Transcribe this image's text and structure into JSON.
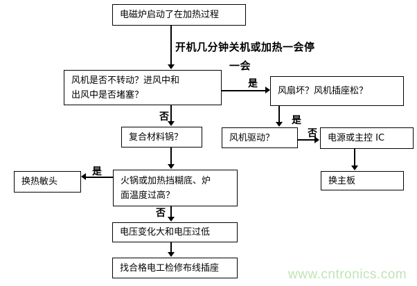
{
  "nodes": {
    "start": {
      "label": "电磁炉启动了在加热过程"
    },
    "fan_check": {
      "label": "风机是否不转动？进风中和\n出风中是否堵塞？"
    },
    "fan_broken": {
      "label": "风扇坏？风机插座松？"
    },
    "fan_drive": {
      "label": "风机驱动？"
    },
    "power_ic": {
      "label": "电源或主控 IC"
    },
    "replace_mainboard": {
      "label": "换主板"
    },
    "composite_pot": {
      "label": "复合材料锅？"
    },
    "overheat": {
      "label": "火锅或加热挡糊底、炉\n面温度过高？"
    },
    "replace_thermal_head": {
      "label": "换热敏头"
    },
    "voltage": {
      "label": "电压变化大和电压过低"
    },
    "electrician": {
      "label": "找合格电工检修布线插座"
    }
  },
  "annotation": {
    "line1": "开机几分钟关机或加热一会停",
    "line2": "一会"
  },
  "edge_labels": {
    "fan_check_yes": "是",
    "fan_check_no": "否",
    "fan_broken_yes": "是",
    "fan_drive_no": "否",
    "overheat_yes": "是",
    "overheat_no": "否"
  },
  "edges": [
    {
      "from": "start",
      "to": "fan_check",
      "label": "开机几分钟关机或加热一会停一会"
    },
    {
      "from": "fan_check",
      "to": "fan_broken",
      "label": "是"
    },
    {
      "from": "fan_check",
      "to": "composite_pot",
      "label": "否"
    },
    {
      "from": "fan_broken",
      "to": "fan_drive",
      "label": "是"
    },
    {
      "from": "fan_drive",
      "to": "power_ic",
      "label": "否"
    },
    {
      "from": "power_ic",
      "to": "replace_mainboard",
      "label": ""
    },
    {
      "from": "composite_pot",
      "to": "overheat",
      "label": ""
    },
    {
      "from": "overheat",
      "to": "replace_thermal_head",
      "label": "是"
    },
    {
      "from": "overheat",
      "to": "voltage",
      "label": "否"
    },
    {
      "from": "voltage",
      "to": "electrician",
      "label": ""
    }
  ],
  "watermark": "www.cntronics.com",
  "colors": {
    "line": "#000000",
    "box_fill": "#ffffff",
    "box_border": "#000000",
    "watermark": "#bfe3b4"
  }
}
